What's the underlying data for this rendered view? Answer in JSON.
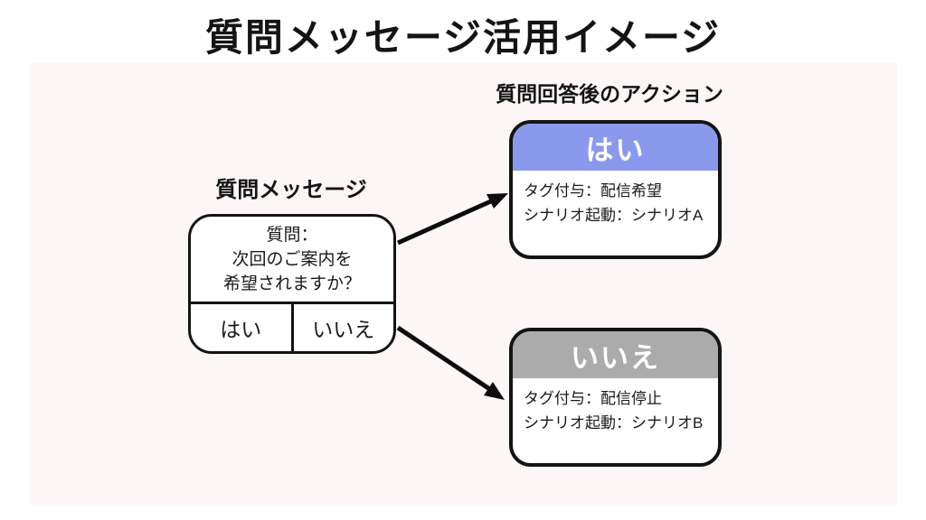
{
  "title": "質問メッセージ活用イメージ",
  "labels": {
    "question_message": "質問メッセージ",
    "post_answer_action": "質問回答後のアクション"
  },
  "question_box": {
    "question_lines": [
      "質問：",
      "次回のご案内を",
      "希望されますか？"
    ],
    "buttons": [
      "はい",
      "いいえ"
    ]
  },
  "action_boxes": [
    {
      "header": "はい",
      "header_color": "#8b99ec",
      "lines": [
        "タグ付与：配信希望",
        "シナリオ起動：シナリオA"
      ]
    },
    {
      "header": "いいえ",
      "header_color": "#ababab",
      "lines": [
        "タグ付与：配信停止",
        "シナリオ起動：シナリオB"
      ]
    }
  ],
  "colors": {
    "panel_background": "#fcf7f6",
    "box_border": "#141414",
    "yes_header": "#8b99ec",
    "no_header": "#ababab",
    "arrow": "#0d0d0d",
    "header_text": "#ffffff",
    "text": "#1a1a1a"
  }
}
